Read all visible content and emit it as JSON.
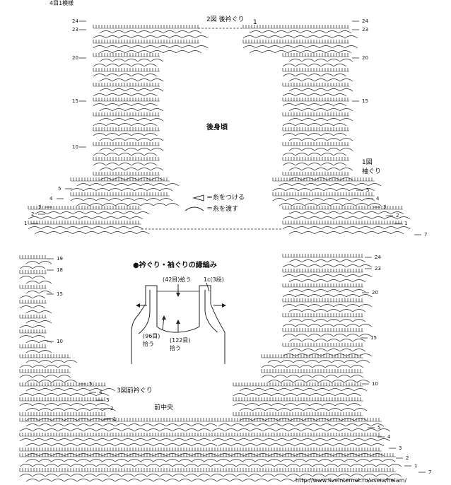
{
  "header": {
    "title": "4目1模様"
  },
  "chart_back": {
    "title": "2図 後衿ぐり",
    "body_label": "後身頃",
    "armhole_label": "1図\n袖ぐり",
    "rows_left": [
      "24",
      "23",
      "20",
      "15",
      "10",
      "5",
      "4",
      "3",
      "2",
      "1"
    ],
    "rows_right": [
      "24",
      "23",
      "20",
      "15",
      "5",
      "4",
      "3",
      "2",
      "1",
      "7"
    ],
    "row_left_top": "1"
  },
  "legend": {
    "attach": "＝糸をつける",
    "carry": "＝糸を渡す"
  },
  "chart_front_left": {
    "rows": [
      "19",
      "18",
      "15",
      "10",
      "5",
      "4",
      "3",
      "2",
      "1"
    ]
  },
  "chart_front_right": {
    "rows": [
      "24",
      "23",
      "20",
      "15",
      "10",
      "5",
      "4",
      "3",
      "2",
      "1",
      "7"
    ]
  },
  "inset": {
    "title": "●衿ぐり・袖ぐりの縁編み",
    "pick_top": "(42目)拾う",
    "rows_note": "1c(3段)",
    "pick_left": "(96目)\n拾う",
    "pick_bottom": "(122目)\n拾う"
  },
  "front_labels": {
    "neck": "3図前衿ぐり",
    "center": "前中央"
  },
  "footer": {
    "watermark": "http://www.liveinternet.ru/users/helam/"
  }
}
